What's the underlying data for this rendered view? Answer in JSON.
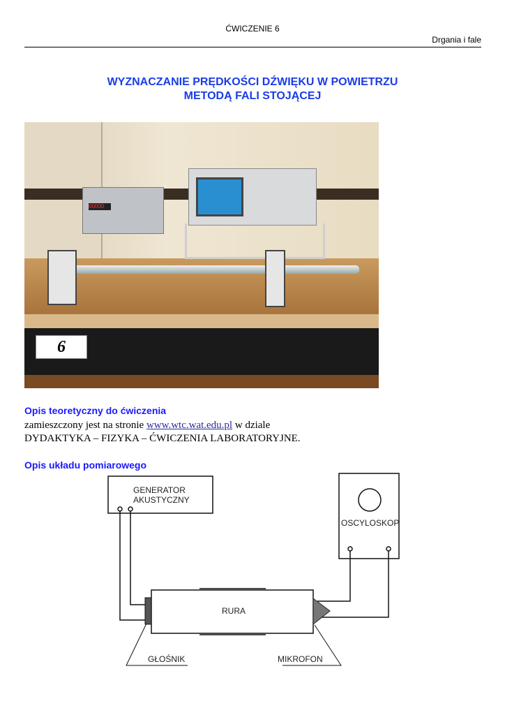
{
  "header": {
    "center": "ĆWICZENIE 6",
    "right": "Drgania i fale"
  },
  "title": {
    "line1": "WYZNACZANIE PRĘDKOŚCI DŹWIĘKU W POWIETRZU",
    "line2": "METODĄ FALI STOJĄCEJ"
  },
  "photo": {
    "station_number": "6",
    "generator_display": "00000"
  },
  "theory": {
    "heading": "Opis teoretyczny do ćwiczenia",
    "text_before": "zamieszczony jest na stronie",
    "link": "www.wtc.wat.edu.pl",
    "text_after": "w dziale",
    "line2": "DYDAKTYKA – FIZYKA – ĆWICZENIA LABORATORYJNE."
  },
  "setup": {
    "heading": "Opis układu pomiarowego"
  },
  "diagram": {
    "generator_line1": "GENERATOR",
    "generator_line2": "AKUSTYCZNY",
    "oscilloscope": "OSCYLOSKOP",
    "tube": "RURA",
    "speaker": "GŁOŚNIK",
    "microphone": "MIKROFON"
  }
}
